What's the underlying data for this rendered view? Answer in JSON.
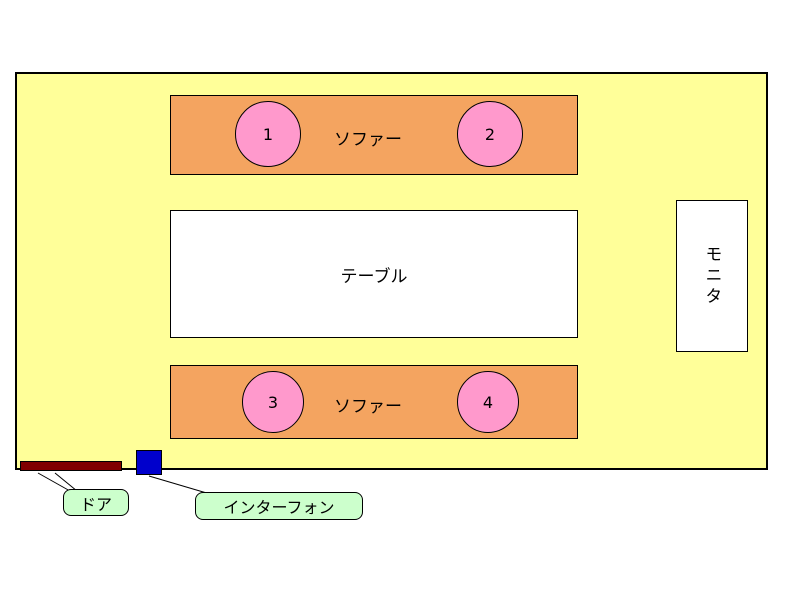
{
  "room": {
    "fill": "#FFFF99",
    "sofa_top": {
      "label": "ソファー",
      "fill": "#F4A460",
      "seat_fill": "#FF99CC",
      "seats": [
        "1",
        "2"
      ]
    },
    "table": {
      "label": "テーブル",
      "fill": "#FFFFFF"
    },
    "sofa_bottom": {
      "label": "ソファー",
      "fill": "#F4A460",
      "seat_fill": "#FF99CC",
      "seats": [
        "3",
        "4"
      ]
    },
    "monitor": {
      "label": "モニタ",
      "fill": "#FFFFFF"
    },
    "door": {
      "fill": "#800000"
    },
    "intercom": {
      "fill": "#0000CC"
    }
  },
  "callouts": {
    "door": {
      "label": "ドア",
      "fill": "#CCFFCC"
    },
    "intercom": {
      "label": "インターフォン",
      "fill": "#CCFFCC"
    }
  }
}
